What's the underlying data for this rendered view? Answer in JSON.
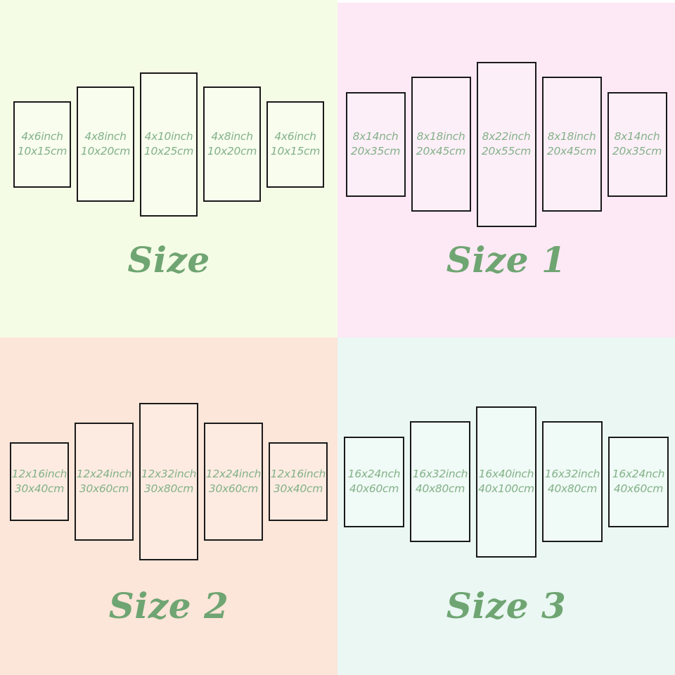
{
  "colors": {
    "title_green": "#6fa572",
    "label_green": "#83b189",
    "panel_border": "#1a1a1a"
  },
  "quadrants": [
    {
      "title": "Size",
      "bg_color": "#f5fce6",
      "panel_color": "#f8fdee",
      "panels": [
        {
          "inch": "4x6inch",
          "cm": "10x15cm"
        },
        {
          "inch": "4x8inch",
          "cm": "10x20cm"
        },
        {
          "inch": "4x10inch",
          "cm": "10x25cm"
        },
        {
          "inch": "4x8inch",
          "cm": "10x20cm"
        },
        {
          "inch": "4x6inch",
          "cm": "10x15cm"
        }
      ]
    },
    {
      "title": "Size 1",
      "bg_color": "#fce9f5",
      "panel_color": "#fdeff8",
      "panels": [
        {
          "inch": "8x14nch",
          "cm": "20x35cm"
        },
        {
          "inch": "8x18inch",
          "cm": "20x45cm"
        },
        {
          "inch": "8x22inch",
          "cm": "20x55cm"
        },
        {
          "inch": "8x18inch",
          "cm": "20x45cm"
        },
        {
          "inch": "8x14nch",
          "cm": "20x35cm"
        }
      ]
    },
    {
      "title": "Size 2",
      "bg_color": "#fce5d9",
      "panel_color": "#fdebe1",
      "panels": [
        {
          "inch": "12x16inch",
          "cm": "30x40cm"
        },
        {
          "inch": "12x24inch",
          "cm": "30x60cm"
        },
        {
          "inch": "12x32inch",
          "cm": "30x80cm"
        },
        {
          "inch": "12x24inch",
          "cm": "30x60cm"
        },
        {
          "inch": "12x16inch",
          "cm": "30x40cm"
        }
      ]
    },
    {
      "title": "Size 3",
      "bg_color": "#eaf7f3",
      "panel_color": "#f0faf6",
      "panels": [
        {
          "inch": "16x24nch",
          "cm": "40x60cm"
        },
        {
          "inch": "16x32inch",
          "cm": "40x80cm"
        },
        {
          "inch": "16x40inch",
          "cm": "40x100cm"
        },
        {
          "inch": "16x32inch",
          "cm": "40x80cm"
        },
        {
          "inch": "16x24nch",
          "cm": "40x60cm"
        }
      ]
    }
  ]
}
